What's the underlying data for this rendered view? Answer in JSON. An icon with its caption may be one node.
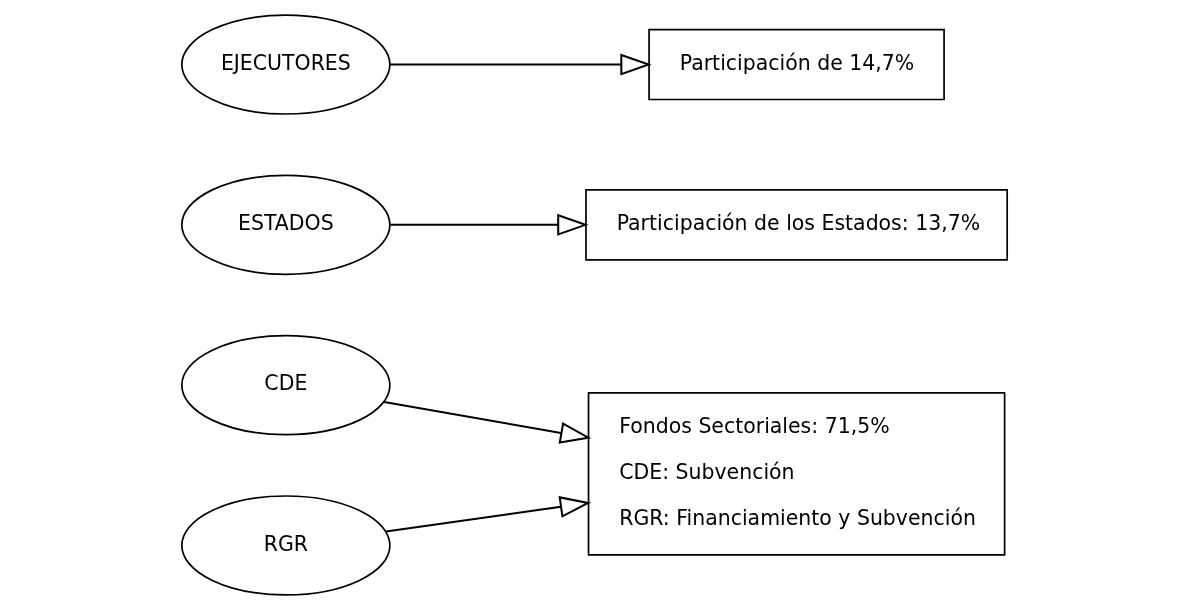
{
  "diagram": {
    "nodes": [
      {
        "text": [
          "CDE"
        ]
      },
      {
        "text": [
          "RGR"
        ]
      },
      {
        "text": [
          "Fondos Sectoriales: 71,5%",
          "CDE: Subvención",
          "RGR: Financiamiento y Subvención"
        ]
      },
      {
        "text": [
          "ESTADOS"
        ]
      },
      {
        "text": [
          "Participación de los Estados: 13,7%"
        ]
      },
      {
        "text": [
          "EJECUTORES"
        ]
      },
      {
        "text": [
          "Participación de 14,7%"
        ]
      }
    ],
    "edges": [
      {
        "from": 0,
        "to": 2,
        "arrow": "to"
      },
      {
        "from": 1,
        "to": 2,
        "arrow": "to"
      },
      {
        "from": 3,
        "to": 4,
        "arrow": "to"
      },
      {
        "from": 5,
        "to": 6,
        "arrow": "to"
      }
    ]
  }
}
